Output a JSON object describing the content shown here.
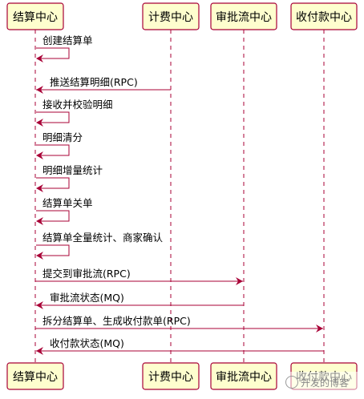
{
  "participants": [
    {
      "id": "settle",
      "label": "结算中心"
    },
    {
      "id": "billing",
      "label": "计费中心"
    },
    {
      "id": "approval",
      "label": "审批流中心"
    },
    {
      "id": "payment",
      "label": "收付款中心"
    }
  ],
  "messages": [
    {
      "from": "settle",
      "to": "settle",
      "label": "创建结算单"
    },
    {
      "from": "billing",
      "to": "settle",
      "label": "推送结算明细(RPC)"
    },
    {
      "from": "settle",
      "to": "settle",
      "label": "接收并校验明细"
    },
    {
      "from": "settle",
      "to": "settle",
      "label": "明细清分"
    },
    {
      "from": "settle",
      "to": "settle",
      "label": "明细增量统计"
    },
    {
      "from": "settle",
      "to": "settle",
      "label": "结算单关单"
    },
    {
      "from": "settle",
      "to": "settle",
      "label": "结算单全量统计、商家确认"
    },
    {
      "from": "settle",
      "to": "approval",
      "label": "提交到审批流(RPC)"
    },
    {
      "from": "approval",
      "to": "settle",
      "label": "审批流状态(MQ)"
    },
    {
      "from": "settle",
      "to": "payment",
      "label": "拆分结算单、生成收付款单(RPC)"
    },
    {
      "from": "payment",
      "to": "settle",
      "label": "收付款状态(MQ)"
    }
  ],
  "watermark": "开发的博客"
}
